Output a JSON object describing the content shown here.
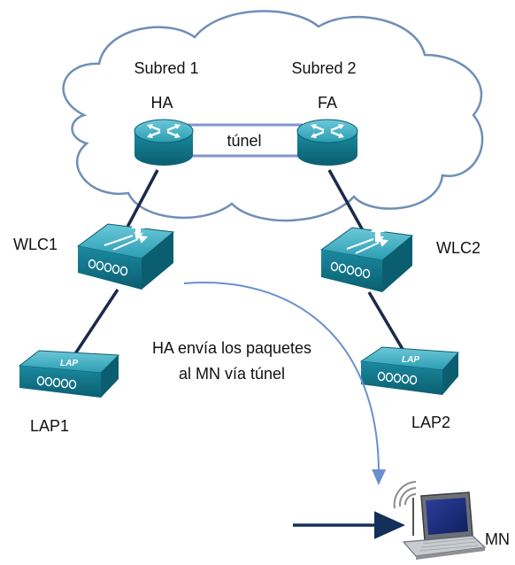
{
  "cloud": {
    "subnet1": "Subred 1",
    "subnet2": "Subred 2",
    "tunnel": "túnel"
  },
  "routers": {
    "ha": "HA",
    "fa": "FA"
  },
  "controllers": {
    "wlc1": "WLC1",
    "wlc2": "WLC2"
  },
  "access_points": {
    "lap1": "LAP1",
    "lap2": "LAP2",
    "badge": "LAP"
  },
  "annotation": {
    "line1": "HA envía los paquetes",
    "line2": "al MN vía túnel"
  },
  "mobile_node": {
    "label": "MN"
  },
  "colors": {
    "device_teal": "#1f8fa6",
    "device_dark": "#0b5e70",
    "cloud_stroke": "#6f8fb6",
    "link": "#1b2a4a",
    "tunnel": "#7f96c8",
    "curve_arrow": "#6b8fcf"
  }
}
